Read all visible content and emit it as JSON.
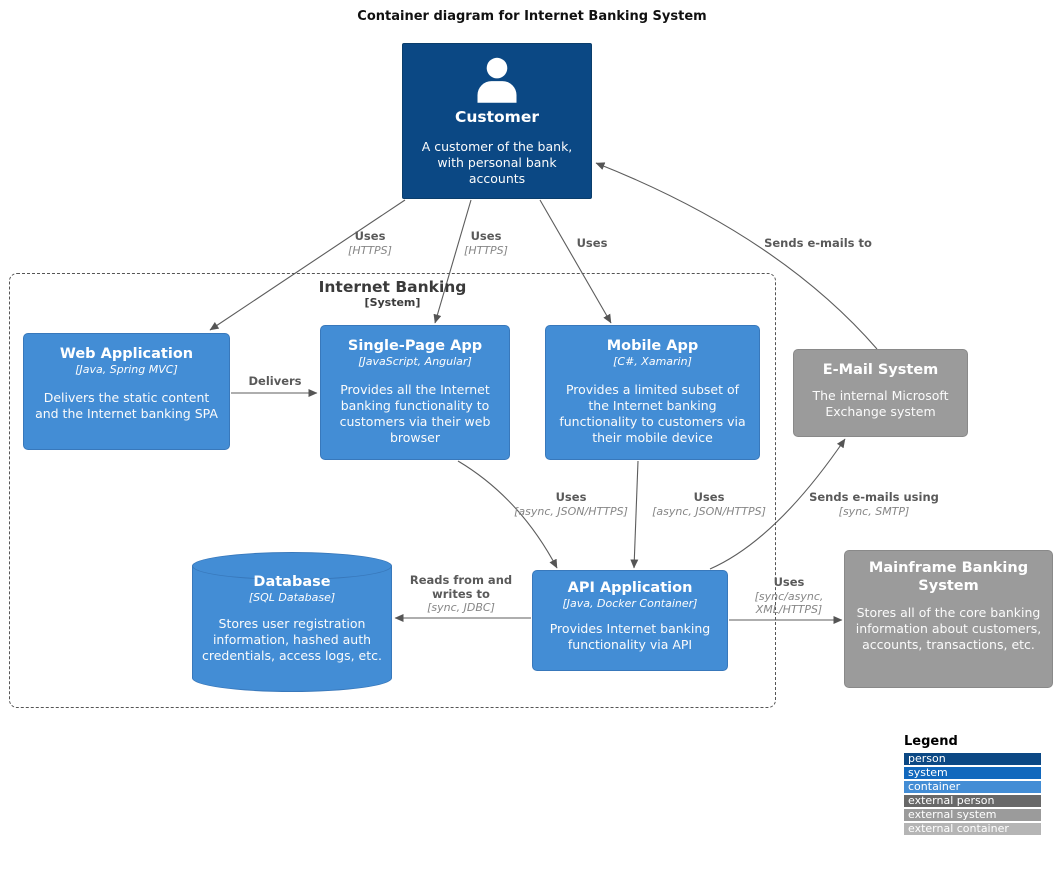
{
  "title": "Container diagram for Internet Banking System",
  "boundary": {
    "name": "Internet Banking",
    "type": "[System]"
  },
  "nodes": {
    "customer": {
      "name": "Customer",
      "description": "A customer of the bank, with personal bank accounts",
      "icon": "person-icon",
      "color": "#0b4884"
    },
    "web_app": {
      "name": "Web Application",
      "tech": "[Java, Spring MVC]",
      "description": "Delivers the static content and the Internet banking SPA",
      "color": "#438dd5"
    },
    "spa": {
      "name": "Single-Page App",
      "tech": "[JavaScript, Angular]",
      "description": "Provides all the Internet banking functionality to customers via their web browser",
      "color": "#438dd5"
    },
    "mobile": {
      "name": "Mobile App",
      "tech": "[C#, Xamarin]",
      "description": "Provides a limited subset of the Internet banking functionality to customers via their mobile device",
      "color": "#438dd5"
    },
    "email": {
      "name": "E-Mail System",
      "description": "The internal Microsoft Exchange system",
      "color": "#9b9b9b"
    },
    "database": {
      "name": "Database",
      "tech": "[SQL Database]",
      "description": "Stores user registration information, hashed auth credentials, access logs, etc.",
      "color": "#438dd5"
    },
    "api": {
      "name": "API Application",
      "tech": "[Java, Docker Container]",
      "description": "Provides Internet banking functionality via API",
      "color": "#438dd5"
    },
    "mainframe": {
      "name": "Mainframe Banking System",
      "description": "Stores all of the core banking information about customers, accounts, transactions, etc.",
      "color": "#9b9b9b"
    }
  },
  "relationships": {
    "customer_web_app": {
      "label": "Uses",
      "tech": "[HTTPS]"
    },
    "customer_spa": {
      "label": "Uses",
      "tech": "[HTTPS]"
    },
    "customer_mobile": {
      "label": "Uses"
    },
    "email_customer": {
      "label": "Sends e-mails to"
    },
    "web_app_spa": {
      "label": "Delivers"
    },
    "spa_api": {
      "label": "Uses",
      "tech": "[async, JSON/HTTPS]"
    },
    "mobile_api": {
      "label": "Uses",
      "tech": "[async, JSON/HTTPS]"
    },
    "api_email": {
      "label": "Sends e-mails using",
      "tech": "[sync, SMTP]"
    },
    "api_database": {
      "label": "Reads from and writes to",
      "tech": "[sync, JDBC]"
    },
    "api_mainframe": {
      "label": "Uses",
      "tech": "[sync/async, XML/HTTPS]"
    }
  },
  "legend": {
    "title": "Legend",
    "items": [
      {
        "label": "person",
        "color": "#0b4884"
      },
      {
        "label": "system",
        "color": "#1168bd"
      },
      {
        "label": "container",
        "color": "#438dd5"
      },
      {
        "label": "external person",
        "color": "#686868"
      },
      {
        "label": "external system",
        "color": "#9b9b9b"
      },
      {
        "label": "external container",
        "color": "#b5b5b5"
      }
    ]
  }
}
